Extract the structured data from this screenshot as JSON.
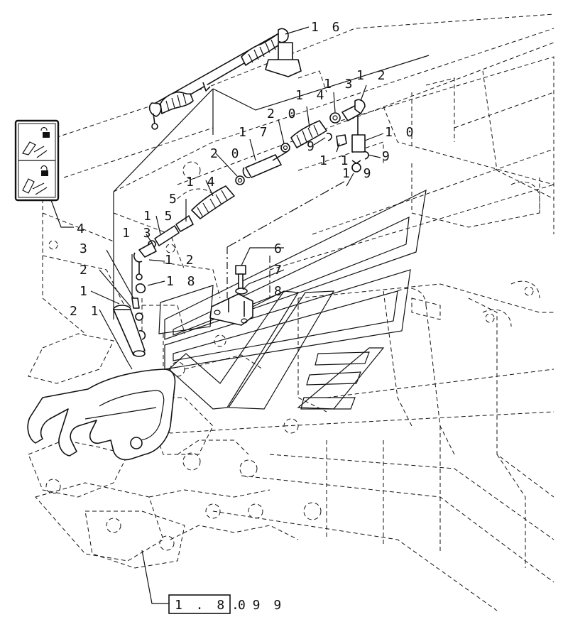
{
  "diagram": {
    "callouts": {
      "c1": "1",
      "c2": "2",
      "c3": "3",
      "c4": "4",
      "c5": "5",
      "c6": "6",
      "c7": "7",
      "c8": "8",
      "c9a": "9",
      "c9b": "9",
      "c10": "1 0",
      "c11": "1 1",
      "c12a": "1 2",
      "c12b": "1 2",
      "c13a": "1 3",
      "c13b": "1 3",
      "c14a": "1 4",
      "c14b": "1 4",
      "c15": "1 5",
      "c16": "1 6",
      "c17": "1 7",
      "c18": "1 8",
      "c19": "1 9",
      "c20a": "2 0",
      "c20b": "2 0",
      "c21": "2 1"
    },
    "reference": {
      "boxed": "1 . 8 0",
      "suffix": ". 9 9"
    }
  }
}
